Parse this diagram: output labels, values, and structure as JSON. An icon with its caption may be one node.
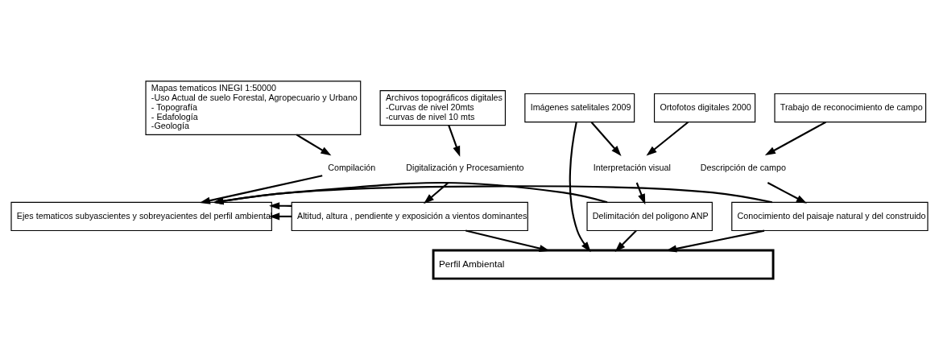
{
  "diagram": {
    "nodes": [
      {
        "text": [
          "Mapas tematicos INEGI 1:50000",
          "-Uso Actual de suelo Forestal, Agropecuario y Urbano",
          "- Topografía",
          "- Edafología",
          "-Geología"
        ]
      },
      {
        "text": [
          "Archivos topográficos digitales",
          "-Curvas de nivel 20mts",
          "-curvas de nivel 10 mts"
        ]
      },
      {
        "text": [
          "Imágenes satelitales 2009"
        ]
      },
      {
        "text": [
          "Ortofotos digitales 2000"
        ]
      },
      {
        "text": [
          "Trabajo de reconocimiento de campo"
        ]
      },
      {
        "text": [
          "Compilación"
        ]
      },
      {
        "text": [
          "Digitalización y Procesamiento"
        ]
      },
      {
        "text": [
          "Interpretación visual"
        ]
      },
      {
        "text": [
          "Descripción de campo"
        ]
      },
      {
        "text": [
          "Ejes tematicos subyascientes y sobreyacientes del perfil ambiental"
        ]
      },
      {
        "text": [
          "Altitud, altura , pendiente y exposición a vientos dominantes"
        ]
      },
      {
        "text": [
          "Delimitación del poligono ANP"
        ]
      },
      {
        "text": [
          "Conocimiento del paisaje natural y del construido"
        ]
      },
      {
        "text": [
          "Perfil Ambiental"
        ]
      }
    ],
    "edges": [
      {
        "from": 0,
        "to": 5,
        "arrow": "to"
      },
      {
        "from": 5,
        "to": 9,
        "arrow": "to"
      },
      {
        "from": 1,
        "to": 6,
        "arrow": "to"
      },
      {
        "from": 6,
        "to": 10,
        "arrow": "to"
      },
      {
        "from": 10,
        "to": 9,
        "arrow": "to"
      },
      {
        "from": 2,
        "to": 7,
        "arrow": "to"
      },
      {
        "from": 3,
        "to": 7,
        "arrow": "to"
      },
      {
        "from": 7,
        "to": 11,
        "arrow": "to"
      },
      {
        "from": 4,
        "to": 8,
        "arrow": "to"
      },
      {
        "from": 8,
        "to": 12,
        "arrow": "to"
      },
      {
        "from": 10,
        "to": 9,
        "arrow": "to"
      },
      {
        "from": 10,
        "to": 13,
        "arrow": "to"
      },
      {
        "from": 11,
        "to": 9,
        "arrow": "to"
      },
      {
        "from": 11,
        "to": 13,
        "arrow": "to"
      },
      {
        "from": 12,
        "to": 9,
        "arrow": "to"
      },
      {
        "from": 12,
        "to": 13,
        "arrow": "to"
      },
      {
        "from": 2,
        "to": 13,
        "arrow": "to"
      }
    ]
  }
}
